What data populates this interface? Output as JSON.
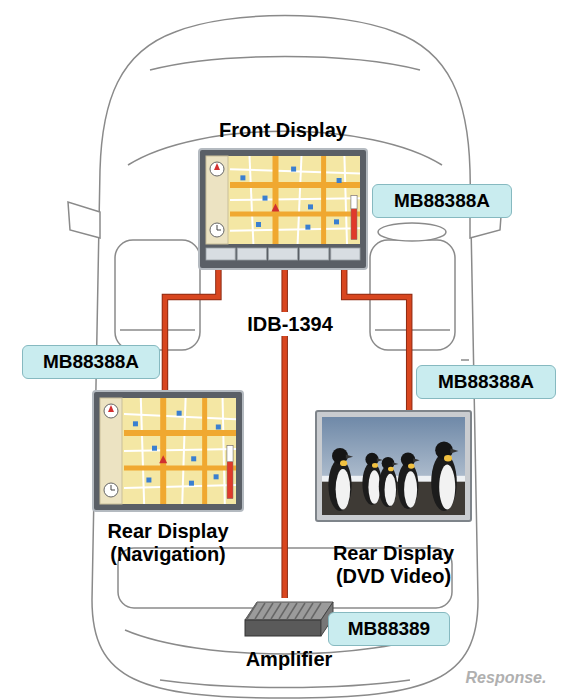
{
  "diagram": {
    "nodes": [
      {
        "text": [
          "Front Display"
        ]
      },
      {
        "text": [
          "MB88388A"
        ]
      },
      {
        "text": [
          "MB88388A"
        ]
      },
      {
        "text": [
          "MB88388A"
        ]
      },
      {
        "text": [
          "Rear Display (Navigation)"
        ]
      },
      {
        "text": [
          "Rear Display (DVD Video)"
        ]
      },
      {
        "text": [
          "Amplifier"
        ]
      },
      {
        "text": [
          "MB88389"
        ]
      }
    ],
    "edges": [
      {
        "from": 0,
        "to": 4,
        "arrow": "none"
      },
      {
        "from": 0,
        "to": 5,
        "arrow": "none"
      },
      {
        "from": 0,
        "to": 6,
        "arrow": "none"
      }
    ],
    "labels": [
      "IDB-1394",
      "Response."
    ]
  }
}
